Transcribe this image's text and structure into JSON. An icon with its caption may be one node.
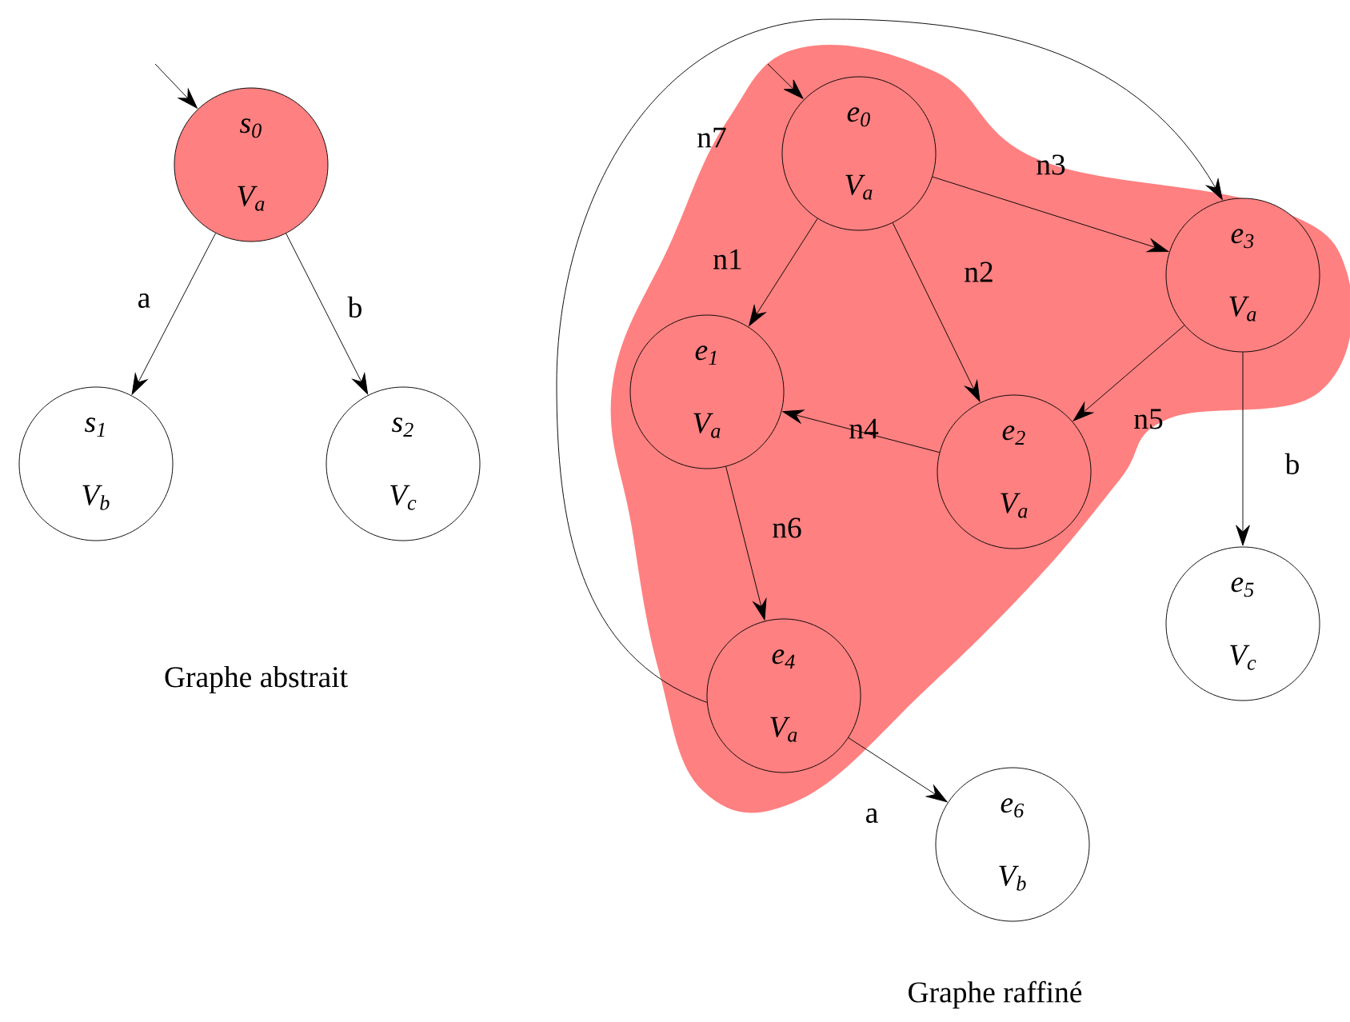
{
  "diagram": {
    "nodes": [
      {
        "text": [
          "s$_{0}$",
          "V$_{a}$"
        ]
      },
      {
        "text": [
          "s$_{1}$",
          "V$_{b}$"
        ]
      },
      {
        "text": [
          "s$_{2}$",
          "V$_{c}$"
        ]
      },
      {
        "text": [],
        "shape": "cloud"
      },
      {
        "text": [
          "e$_{0}$",
          "V$_{a}$"
        ],
        "in": 3
      },
      {
        "text": [
          "e$_{1}$",
          "V$_{a}$"
        ],
        "in": 3
      },
      {
        "text": [
          "e$_{2}$",
          "V$_{a}$"
        ],
        "in": 3
      },
      {
        "text": [
          "e$_{3}$",
          "V$_{a}$"
        ],
        "in": 3
      },
      {
        "text": [
          "e$_{4}$",
          "V$_{a}$"
        ],
        "in": 3
      },
      {
        "text": [
          "e$_{5}$",
          "V$_{c}$"
        ]
      },
      {
        "text": [
          "e$_{6}$",
          "V$_{b}$"
        ]
      }
    ],
    "edges": [
      {
        "from": null,
        "to": 0,
        "arrow": "to"
      },
      {
        "from": 0,
        "to": 1,
        "arrow": "to",
        "label": "a"
      },
      {
        "from": 0,
        "to": 2,
        "arrow": "to",
        "label": "b"
      },
      {
        "from": null,
        "to": 4,
        "arrow": "to"
      },
      {
        "from": 4,
        "to": 5,
        "arrow": "to",
        "label": "n1"
      },
      {
        "from": 4,
        "to": 6,
        "arrow": "to",
        "label": "n2"
      },
      {
        "from": 4,
        "to": 7,
        "arrow": "to",
        "label": "n3"
      },
      {
        "from": 7,
        "to": 6,
        "arrow": "to",
        "label": "n5"
      },
      {
        "from": 6,
        "to": 5,
        "arrow": "to",
        "label": "n4"
      },
      {
        "from": 5,
        "to": 8,
        "arrow": "to",
        "label": "n6"
      },
      {
        "from": 8,
        "to": 7,
        "arrow": "to",
        "label": "n7"
      },
      {
        "from": 7,
        "to": 9,
        "arrow": "to",
        "label": "b"
      },
      {
        "from": 8,
        "to": 10,
        "arrow": "to",
        "label": "a"
      }
    ],
    "labels": [
      "Graphe abstrait",
      "Graphe raffiné"
    ]
  }
}
